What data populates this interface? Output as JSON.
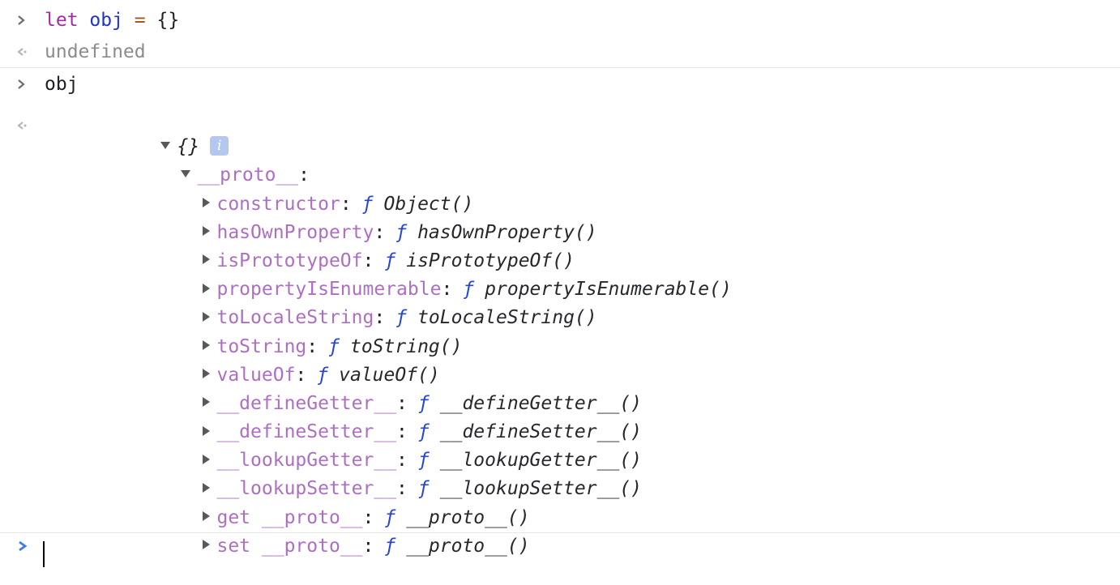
{
  "palette": {
    "background": "#ffffff",
    "keyword": "#a42aa3",
    "variable": "#2233cc",
    "operator": "#a3561f",
    "default_text": "#202124",
    "muted_result": "#8c8c8c",
    "property_name": "#ad6fc3",
    "function_symbol_blue": "#2746d2",
    "prompt_blue": "#3e7cea",
    "chevron_gray": "#6e6e6e",
    "result_arrow_gray": "#b5b5b5",
    "triangle_gray": "#57595c",
    "info_badge_bg": "#b4c8ef",
    "divider": "#e8e8e8",
    "cursor": "#000000"
  },
  "console": {
    "punctuation": {
      "colon": ":",
      "function_symbol": "ƒ"
    },
    "command1": {
      "tokens": [
        {
          "type": "keyword",
          "text": "let "
        },
        {
          "type": "variable",
          "text": "obj"
        },
        {
          "type": "operator",
          "text": " = "
        },
        {
          "type": "default",
          "text": "{}"
        }
      ]
    },
    "result1": {
      "value": "undefined"
    },
    "command2": {
      "text": "obj"
    },
    "object_tree": {
      "root_preview": "{}",
      "info_badge_label": "i",
      "proto_label": "__proto__",
      "properties": [
        {
          "name": "constructor",
          "function": "Object()"
        },
        {
          "name": "hasOwnProperty",
          "function": "hasOwnProperty()"
        },
        {
          "name": "isPrototypeOf",
          "function": "isPrototypeOf()"
        },
        {
          "name": "propertyIsEnumerable",
          "function": "propertyIsEnumerable()"
        },
        {
          "name": "toLocaleString",
          "function": "toLocaleString()"
        },
        {
          "name": "toString",
          "function": "toString()"
        },
        {
          "name": "valueOf",
          "function": "valueOf()"
        },
        {
          "name": "__defineGetter__",
          "function": "__defineGetter__()"
        },
        {
          "name": "__defineSetter__",
          "function": "__defineSetter__()"
        },
        {
          "name": "__lookupGetter__",
          "function": "__lookupGetter__()"
        },
        {
          "name": "__lookupSetter__",
          "function": "__lookupSetter__()"
        },
        {
          "name": "get __proto__",
          "function": "__proto__()"
        },
        {
          "name": "set __proto__",
          "function": "__proto__()"
        }
      ]
    },
    "input": {
      "value": ""
    }
  }
}
